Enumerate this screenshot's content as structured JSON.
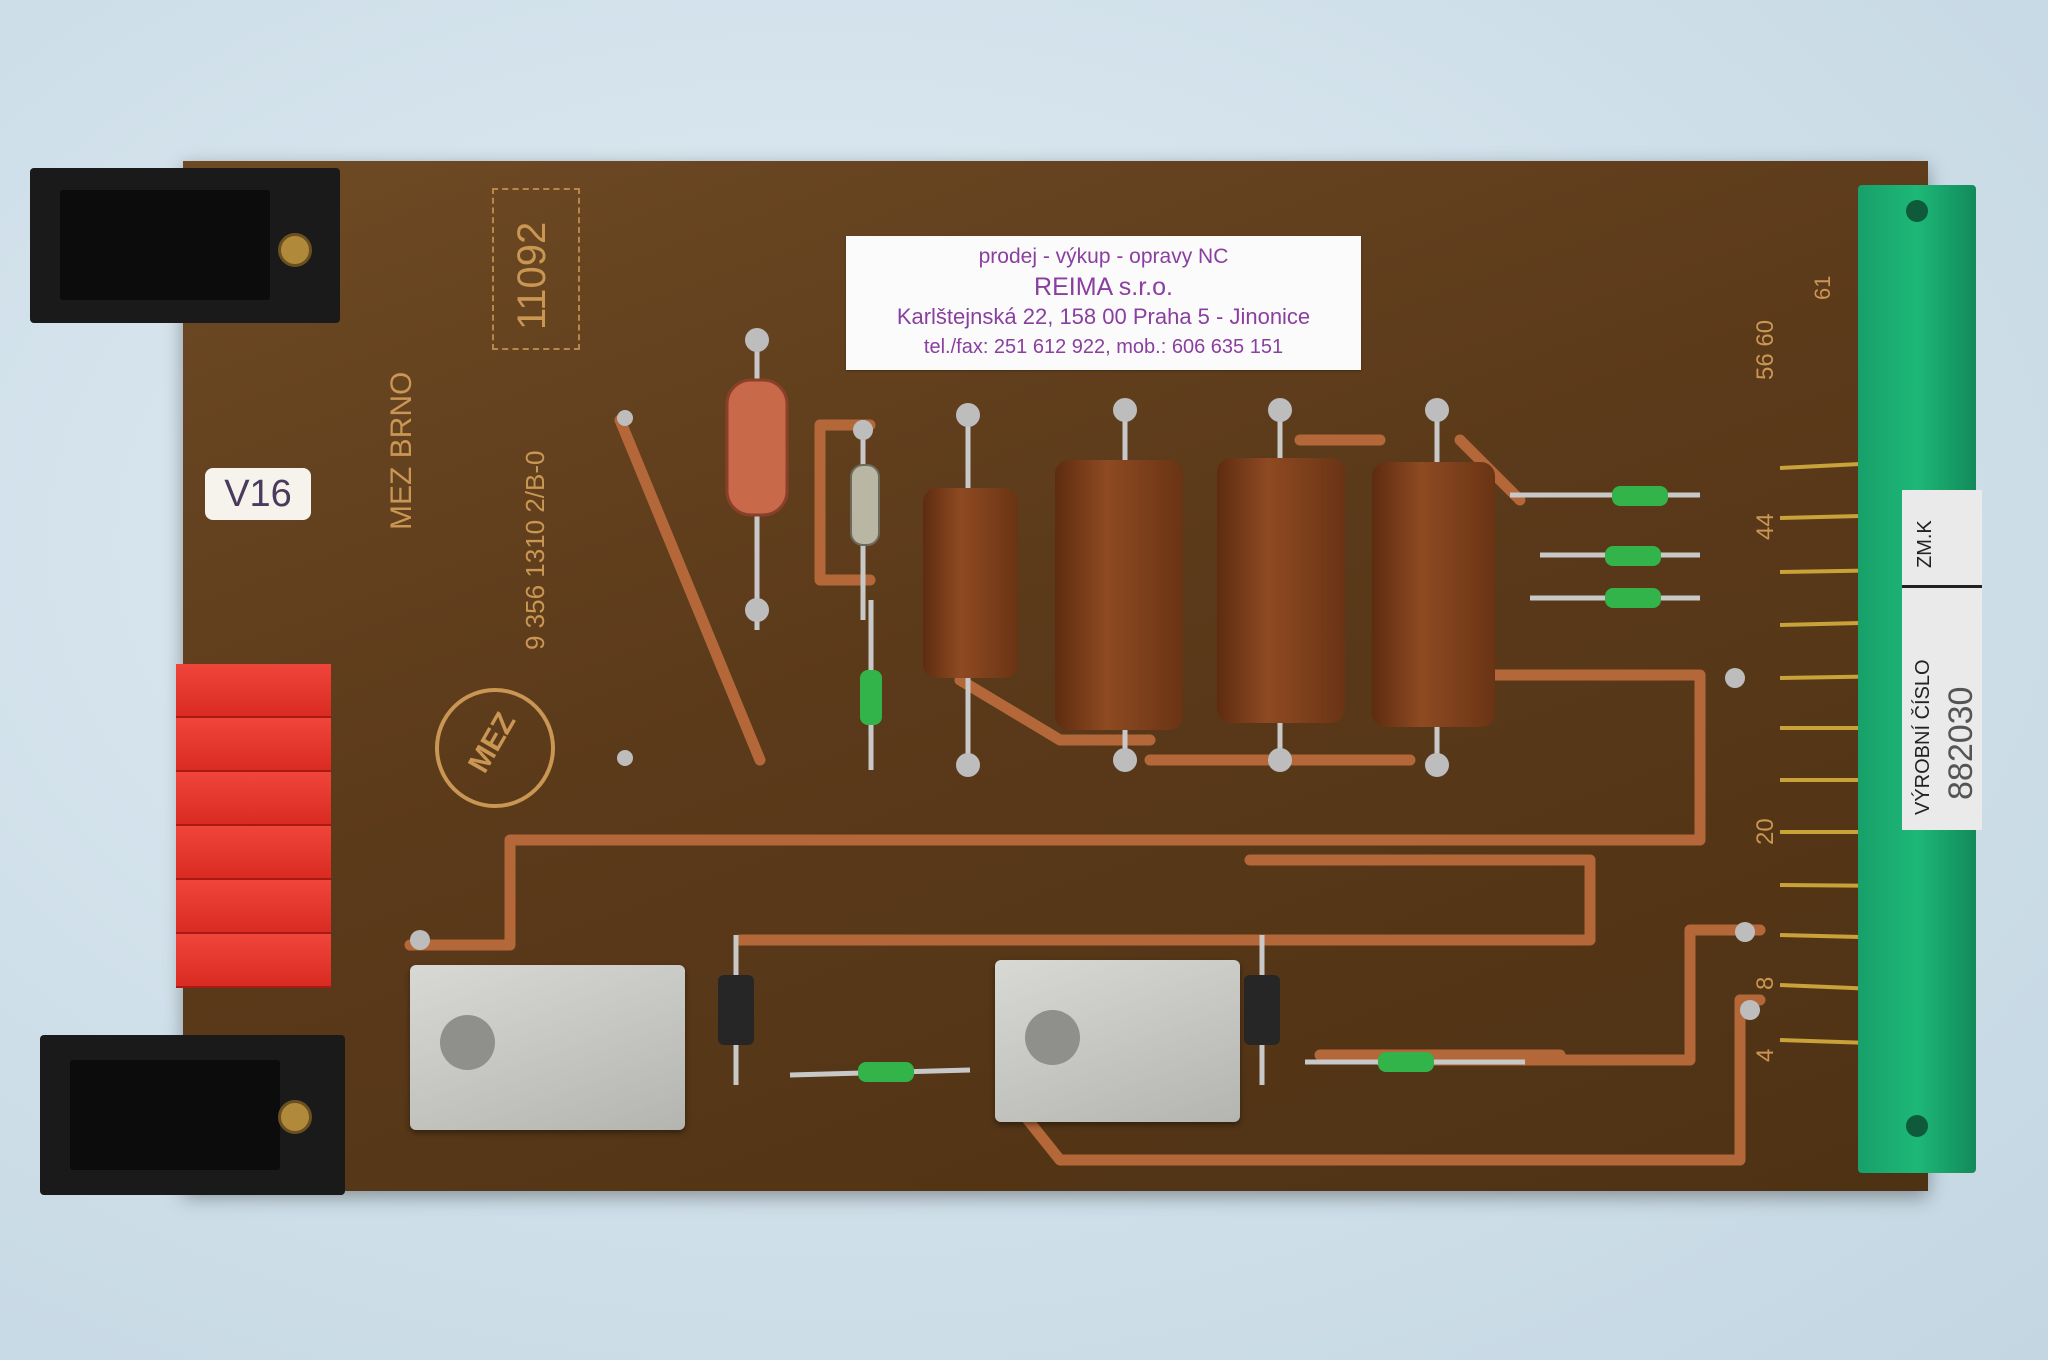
{
  "sticker": {
    "line1": "prodej - výkup - opravy NC",
    "line2": "REIMA s.r.o.",
    "line3": "Karlštejnská 22, 158 00 Praha 5 - Jinonice",
    "line4": "tel./fax: 251 612 922, mob.: 606 635 151"
  },
  "silkscreen": {
    "maker": "MEZ  BRNO",
    "part": "9 356 1310 2/B-0",
    "serial": "11092",
    "logo": "MEZ",
    "pin_61": "61",
    "pin_56_60": "56 60",
    "pin_44": "44",
    "pin_20": "20",
    "pin_8": "8",
    "pin_4": "4"
  },
  "board_tag": "V16",
  "connector_label": {
    "zmk": "ZM.K",
    "vyrobni": "VÝROBNÍ ČÍSLO",
    "number": "882030"
  },
  "colors": {
    "pcb": "#5b3a1a",
    "trace": "#b4683a",
    "connector": "#1db878",
    "sticker_text": "#8a3fa0",
    "terminal": "#e2372b"
  }
}
